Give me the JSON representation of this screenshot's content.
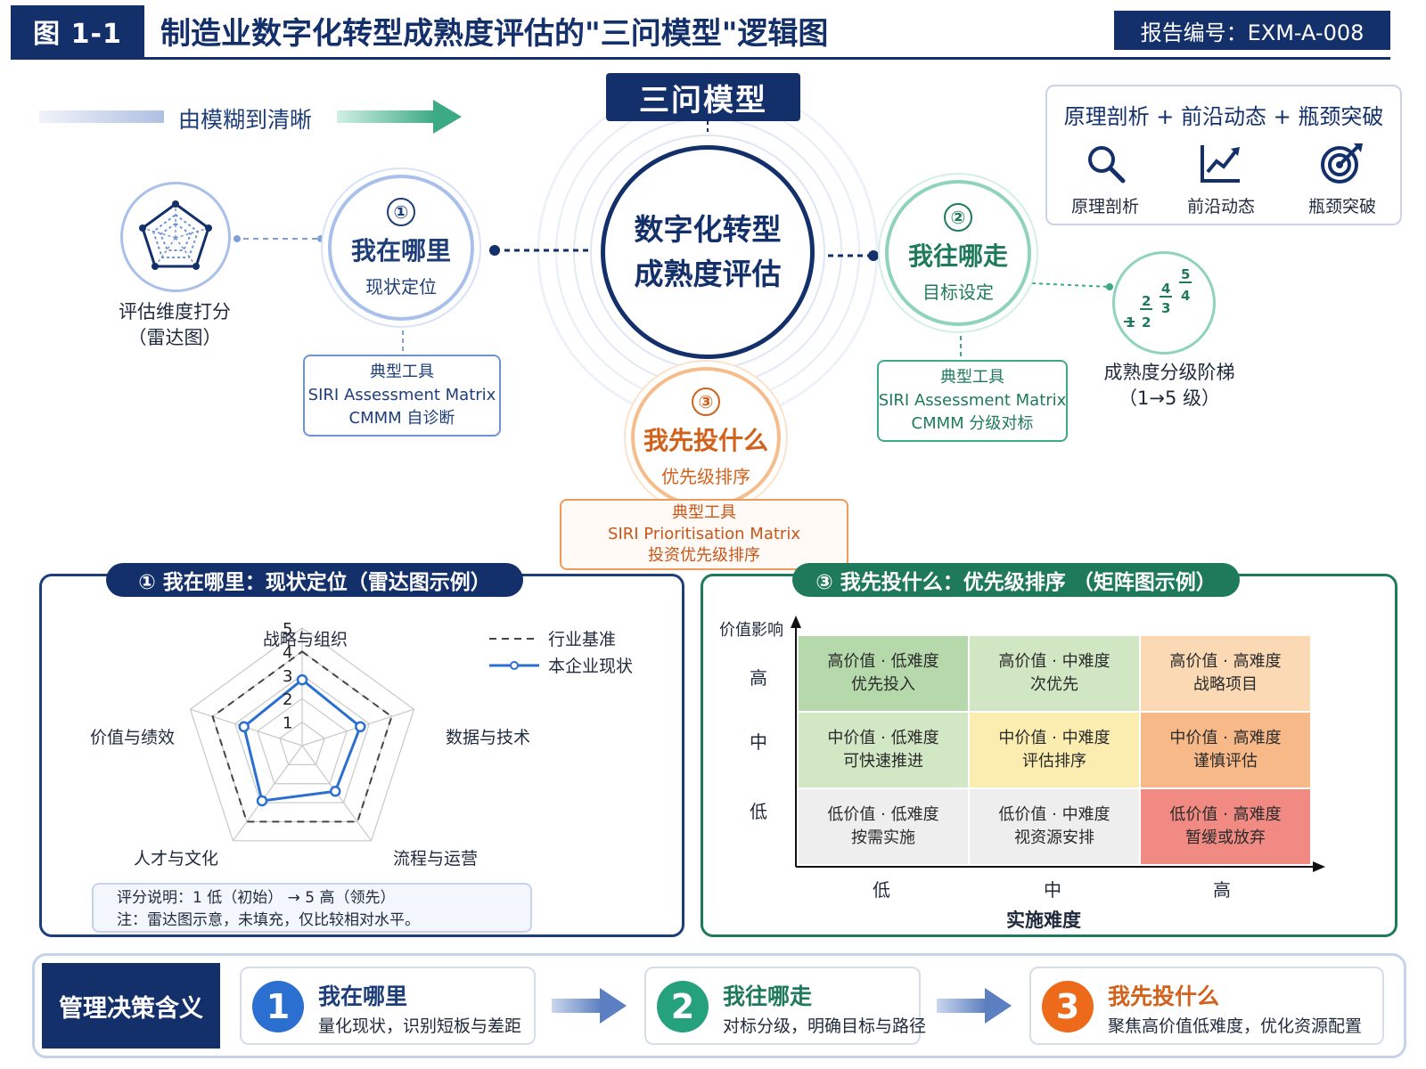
{
  "header": {
    "figure_no": "图 1-1",
    "title": "制造业数字化转型成熟度评估的\"三问模型\"逻辑图",
    "report_no": "报告编号：EXM-A-008"
  },
  "flow": {
    "fuzzy_to_clear": "由模糊到清晰"
  },
  "model_tag": "三问模型",
  "center": {
    "line1": "数字化转型",
    "line2": "成熟度评估"
  },
  "q1": {
    "num": "①",
    "title": "我在哪里",
    "sub": "现状定位",
    "tools": [
      "典型工具",
      "SIRI Assessment Matrix",
      "CMMM 自诊断"
    ],
    "side_label": [
      "评估维度打分",
      "（雷达图）"
    ]
  },
  "q2": {
    "num": "②",
    "title": "我往哪走",
    "sub": "目标设定",
    "tools": [
      "典型工具",
      "SIRI Assessment Matrix",
      "CMMM 分级对标"
    ],
    "side_label": [
      "成熟度分级阶梯",
      "（1→5 级）"
    ],
    "ladder_numbers": [
      "1",
      "2",
      "2",
      "3",
      "4",
      "4",
      "5"
    ]
  },
  "q3": {
    "num": "③",
    "title": "我先投什么",
    "sub": "优先级排序",
    "tools": [
      "典型工具",
      "SIRI Prioritisation Matrix",
      "投资优先级排序"
    ]
  },
  "topright": {
    "title": "原理剖析 + 前沿动态 + 瓶颈突破",
    "items": [
      {
        "label": "原理剖析",
        "icon": "magnifier-icon"
      },
      {
        "label": "前沿动态",
        "icon": "line-chart-icon"
      },
      {
        "label": "瓶颈突破",
        "icon": "target-icon"
      }
    ]
  },
  "radar_panel": {
    "title": "① 我在哪里：现状定位（雷达图示例）",
    "legend": {
      "benchmark": "行业基准",
      "current": "本企业现状"
    },
    "axes": [
      "战略与组织",
      "数据与技术",
      "流程与运营",
      "人才与文化",
      "价值与绩效"
    ],
    "scale_labels": [
      "1",
      "2",
      "3",
      "4",
      "5"
    ],
    "note_line1": "评分说明：1 低（初始） → 5 高（领先）",
    "note_line2": "注：雷达图示意，未填充，仅比较相对水平。"
  },
  "chart_data": {
    "type": "radar",
    "axes": [
      "战略与组织",
      "数据与技术",
      "流程与运营",
      "人才与文化",
      "价值与绩效"
    ],
    "range": [
      0,
      5
    ],
    "series": [
      {
        "name": "行业基准",
        "values": [
          4,
          4,
          4,
          4,
          4
        ],
        "style": "dashed",
        "color": "#444444"
      },
      {
        "name": "本企业现状",
        "values": [
          2.8,
          2.6,
          2.4,
          2.9,
          2.6
        ],
        "style": "solid-marker",
        "color": "#2b6fd1"
      }
    ]
  },
  "matrix_panel": {
    "title": "③ 我先投什么：优先级排序 （矩阵图示例）",
    "y_axis": "价值影响",
    "x_axis": "实施难度",
    "y_ticks": [
      "高",
      "中",
      "低"
    ],
    "x_ticks": [
      "低",
      "中",
      "高"
    ],
    "cells": [
      [
        "高价值 · 低难度",
        "优先投入"
      ],
      [
        "高价值 · 中难度",
        "次优先"
      ],
      [
        "高价值 · 高难度",
        "战略项目"
      ],
      [
        "中价值 · 低难度",
        "可快速推进"
      ],
      [
        "中价值 · 中难度",
        "评估排序"
      ],
      [
        "中价值 · 高难度",
        "谨慎评估"
      ],
      [
        "低价值 · 低难度",
        "按需实施"
      ],
      [
        "低价值 · 中难度",
        "视资源安排"
      ],
      [
        "低价值 · 高难度",
        "暂缓或放弃"
      ]
    ],
    "cell_colors": [
      "#b5d9aa",
      "#d1e7c3",
      "#fbd9b5",
      "#d2e8c5",
      "#fbecb0",
      "#f8b989",
      "#eeeeee",
      "#eeeeee",
      "#f18a82"
    ]
  },
  "bottom": {
    "label": "管理决策含义",
    "items": [
      {
        "num": "1",
        "title": "我在哪里",
        "sub": "量化现状，识别短板与差距",
        "color": "#2b6fd1"
      },
      {
        "num": "2",
        "title": "我往哪走",
        "sub": "对标分级，明确目标与路径",
        "color": "#26a17d"
      },
      {
        "num": "3",
        "title": "我先投什么",
        "sub": "聚焦高价值低难度，优化资源配置",
        "color": "#ec6a1a"
      }
    ]
  },
  "colors": {
    "navy": "#14306b",
    "blue": "#1e3e7a",
    "green": "#1f7a5c",
    "orange": "#d2621b"
  }
}
